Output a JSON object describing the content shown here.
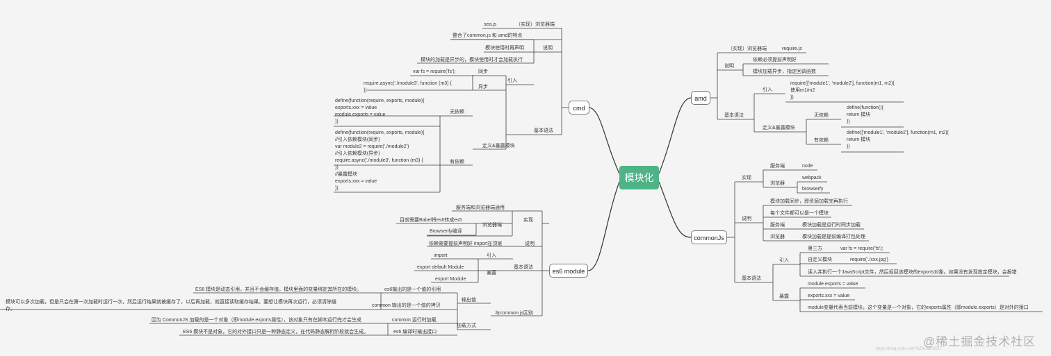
{
  "root": "模块化",
  "watermark": "@稀土掘金技术社区",
  "watermark_url": "https://blog.csdn.net/YeZhiJian9527",
  "cmd": {
    "label": "cmd",
    "sea": "sea.js",
    "sea_desc": "（实现）浏览器端",
    "sum": "整合了common.js 和 amd的特点",
    "shuoming": "说明",
    "use": "模块使用时再声明",
    "async": "模块的加载是异步的，模块使用时才会加载执行",
    "jiben": "基本语法",
    "yinru": "引入",
    "tongbu": "同步",
    "tongbu_code": "var fs = require('fs');",
    "yibu": "异步",
    "yibu_code": "require.async('./module3', function (m3) {\n})",
    "dingyi": "定义&暴露模块",
    "wu": "无依赖",
    "wu_code": "define(function(require, exports, module){\nexports.xxx = value\nmodule.exports = value\n})",
    "you": "有依赖",
    "you_code": "define(function(require, exports, module){\n//引入依赖模块(同步)\nvar module2 = require('./module2')\n//引入依赖模块(异步)\nrequire.async('./module3', function (m3) {\n})\n//暴露模块\nexports.xxx = value\n})"
  },
  "es6": {
    "label": "es6 module",
    "shixian": "实现",
    "server_browser": "服务端和浏览器端通用",
    "browser": "浏览器端",
    "babel": "目前需要Babel将es6转成es5",
    "browserify": "Browserify编译",
    "shuoming": "说明",
    "declare": "依赖需要提前声明好  import在顶层",
    "jiben": "基本语法",
    "yinru": "引入",
    "import": "import",
    "baolu": "暴露",
    "export_default": "export default Module",
    "export": "export Module",
    "diff": "与common.js区别",
    "output": "输出值",
    "es6_ref": "es6输出的是一个值的引用",
    "es6_ref_desc": "ES6 模块是动态引用，并且不会缓存值，模块里面的变量绑定其所在的模块。",
    "common_copy": "common 输出的是一个值的拷贝",
    "common_copy_desc": "模块可以多次加载，但是只会在第一次加载时运行一次，然后运行结果就被缓存了，以后再加载，就直接读取缓存结果。要想让模块再次运行，必须清除缓\n存。",
    "load": "加载方式",
    "common_rt": "common 运行时加载",
    "common_rt_desc": "因为 CommonJS 加载的是一个对象（即module.exports属性），该对象只有在脚本运行完才会生成",
    "es6_ct": "es6 编译时输出接口",
    "es6_ct_desc": "ES6 模块不是对象，它的对外接口只是一种静态定义，在代码静态解析阶段就会生成。"
  },
  "amd": {
    "label": "amd",
    "impl": "（实现）浏览器端",
    "requirejs": "require.js",
    "shuoming": "说明",
    "declare": "依赖必须提前声明好",
    "async": "模块加载异步，指定回调函数",
    "jiben": "基本语法",
    "yinru": "引入",
    "yinru_code": "require(['module1', 'module2'], function(m1, m2){\n使用m1/m2\n})",
    "dingyi": "定义&暴露模块",
    "wu": "无依赖",
    "wu_code": "define(function(){\nreturn 模块\n})",
    "you": "有依赖",
    "you_code": "define(['module1', 'module2'], function(m1, m2){\nreturn 模块\n})"
  },
  "commonjs": {
    "label": "commonJs",
    "shixian": "实现",
    "server": "服务端",
    "node": "node",
    "browser": "浏览器",
    "webpack": "webpack",
    "browserify": "browserfy",
    "shuoming": "说明",
    "sync": "模块加载同步，即资源加载完再执行",
    "file": "每个文件都可以是一个模块",
    "server2": "服务端",
    "server2_desc": "模块加载是运行时同步加载",
    "browser2": "浏览器",
    "browser2_desc": "模块加载是提前编译打包处理",
    "jiben": "基本语法",
    "yinru": "引入",
    "third": "第三方",
    "third_code": "var fs = require('fs');",
    "custom": "自定义模块",
    "custom_code": "require('./xxx.jpg')",
    "exec": "读入并执行一个JavaScript文件，然后返回该模块的exports对象。如果没有发现指定模块，会报错",
    "baolu": "暴露",
    "exp1": "module.exports = value",
    "exp2": "exports.xxx = value",
    "module_desc": "module变量代表当前模块，这个变量是一个对象，它的exports属性（即module.exports）是对外的接口"
  }
}
